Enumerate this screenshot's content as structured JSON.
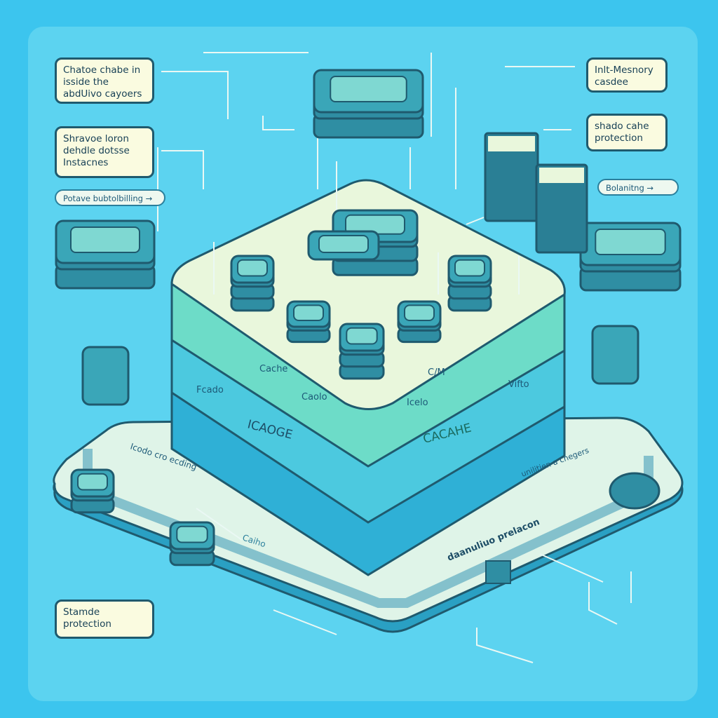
{
  "colors": {
    "background": "#3cc5ee",
    "panel": "#5cd3f0",
    "slab_top": "#e9f7dc",
    "slab_side_green": "#5fd9c6",
    "slab_side_blue": "#2fb0d6",
    "outline": "#1f5a6e",
    "server": "#2f8ea3",
    "callout_bg": "#fafbe0"
  },
  "callouts": {
    "top_left": "Chatoe chabe in isside the abdUivo cayoers",
    "mid_left": "Shravoe loron dehdle dotsse Instacnes",
    "left_pill": "Potave bubtolbilling →",
    "top_right": "Inlt-Mesnory casdee",
    "mid_right": "shado cahe protection",
    "right_pill": "Bolanitng →",
    "bottom_left": "Stamde protection"
  },
  "stack_labels": {
    "layer1_a": "Cache",
    "layer1_b": "Caolo",
    "layer1_c": "Icelo",
    "layer1_d": "C/M",
    "layer1_e": "Vifto",
    "layer1_f": "Fcado",
    "layer2_left": "ICAOGE",
    "layer2_right": "CACAHE",
    "base_left": "Icodo cro ecding",
    "base_cache": "Caiho",
    "base_front": "daanuliuo prelacon",
    "base_right": "unilitien a cnegers"
  }
}
